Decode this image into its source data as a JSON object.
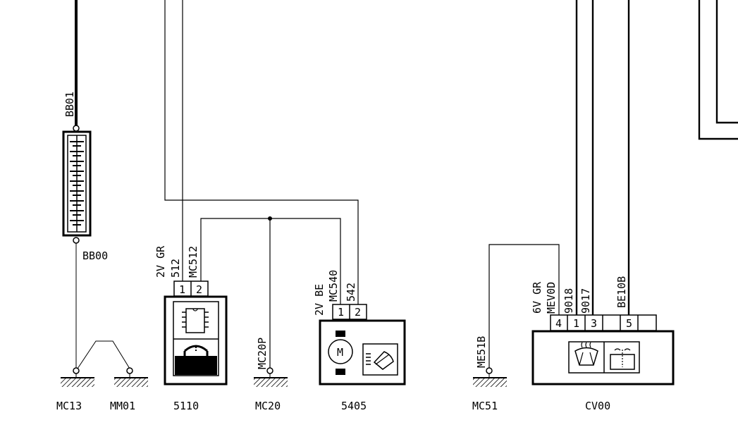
{
  "labels": {
    "battery_top": "BB01",
    "battery_bottom": "BB00",
    "ground_mc13": "MC13",
    "ground_mm01": "MM01",
    "ground_mc20": "MC20",
    "ground_mc51": "MC51",
    "wire_mc20p": "MC20P",
    "wire_me51b": "ME51B",
    "wire_be10b": "BE10B"
  },
  "components": {
    "c5110": {
      "name": "5110",
      "connector_desc": "2V GR",
      "wires": [
        "512",
        "MC512"
      ],
      "pins": [
        "1",
        "2"
      ]
    },
    "c5405": {
      "name": "5405",
      "connector_desc": "2V BE",
      "wires": [
        "MC540",
        "542"
      ],
      "pins": [
        "1",
        "2"
      ],
      "motor_symbol": "M"
    },
    "cv00": {
      "name": "CV00",
      "connector_desc": "6V GR",
      "wires": [
        "MEV0D",
        "9018",
        "9017"
      ],
      "pins": [
        "4",
        "1",
        "3",
        "5"
      ]
    }
  },
  "colors": {
    "line": "#000000",
    "background": "#ffffff"
  }
}
